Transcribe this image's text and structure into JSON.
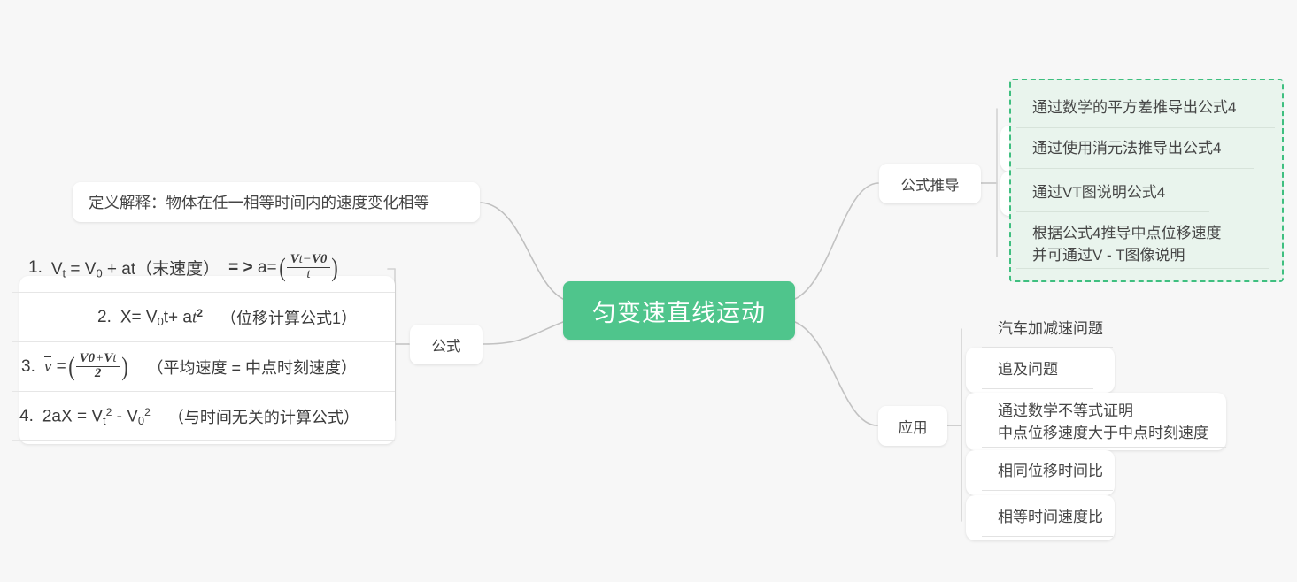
{
  "colors": {
    "root_bg": "#4fc58c",
    "root_text": "#ffffff",
    "node_text": "#454545",
    "canvas_bg": "#f7f7f7",
    "dashed_border": "#3fbf80",
    "dashed_fill": "#e9f4ed",
    "edge": "#bdbdbd"
  },
  "root": {
    "label": "匀变速直线运动"
  },
  "definition": {
    "label": "定义解释：物体在任一相等时间内的速度变化相等"
  },
  "formula_branch": {
    "label": "公式",
    "items": [
      {
        "index": "1.",
        "expr_plain": "Vt = V0 + at（末速度） = > a= ( (Vt−V0) / t )",
        "note": ""
      },
      {
        "index": "2.",
        "expr_plain": "X= V0t+ at²",
        "note": "（位移计算公式1）"
      },
      {
        "index": "3.",
        "expr_plain": "v̄ = ( (V0+Vt) / 2 )",
        "note": "（平均速度 = 中点时刻速度）"
      },
      {
        "index": "4.",
        "expr_plain": "2aX = Vt² - V0²",
        "note": "（与时间无关的计算公式）"
      }
    ]
  },
  "derivation_branch": {
    "label": "公式推导",
    "items": [
      {
        "label": "通过数学的平方差推导出公式4"
      },
      {
        "label": "通过使用消元法推导出公式4"
      },
      {
        "label": "通过VT图说明公式4"
      },
      {
        "label": "根据公式4推导中点位移速度\n并可通过V - T图像说明"
      }
    ]
  },
  "application_branch": {
    "label": "应用",
    "items": [
      {
        "label": "汽车加减速问题"
      },
      {
        "label": "追及问题"
      },
      {
        "label": "通过数学不等式证明\n中点位移速度大于中点时刻速度"
      },
      {
        "label": "相同位移时间比"
      },
      {
        "label": "相等时间速度比"
      }
    ]
  }
}
